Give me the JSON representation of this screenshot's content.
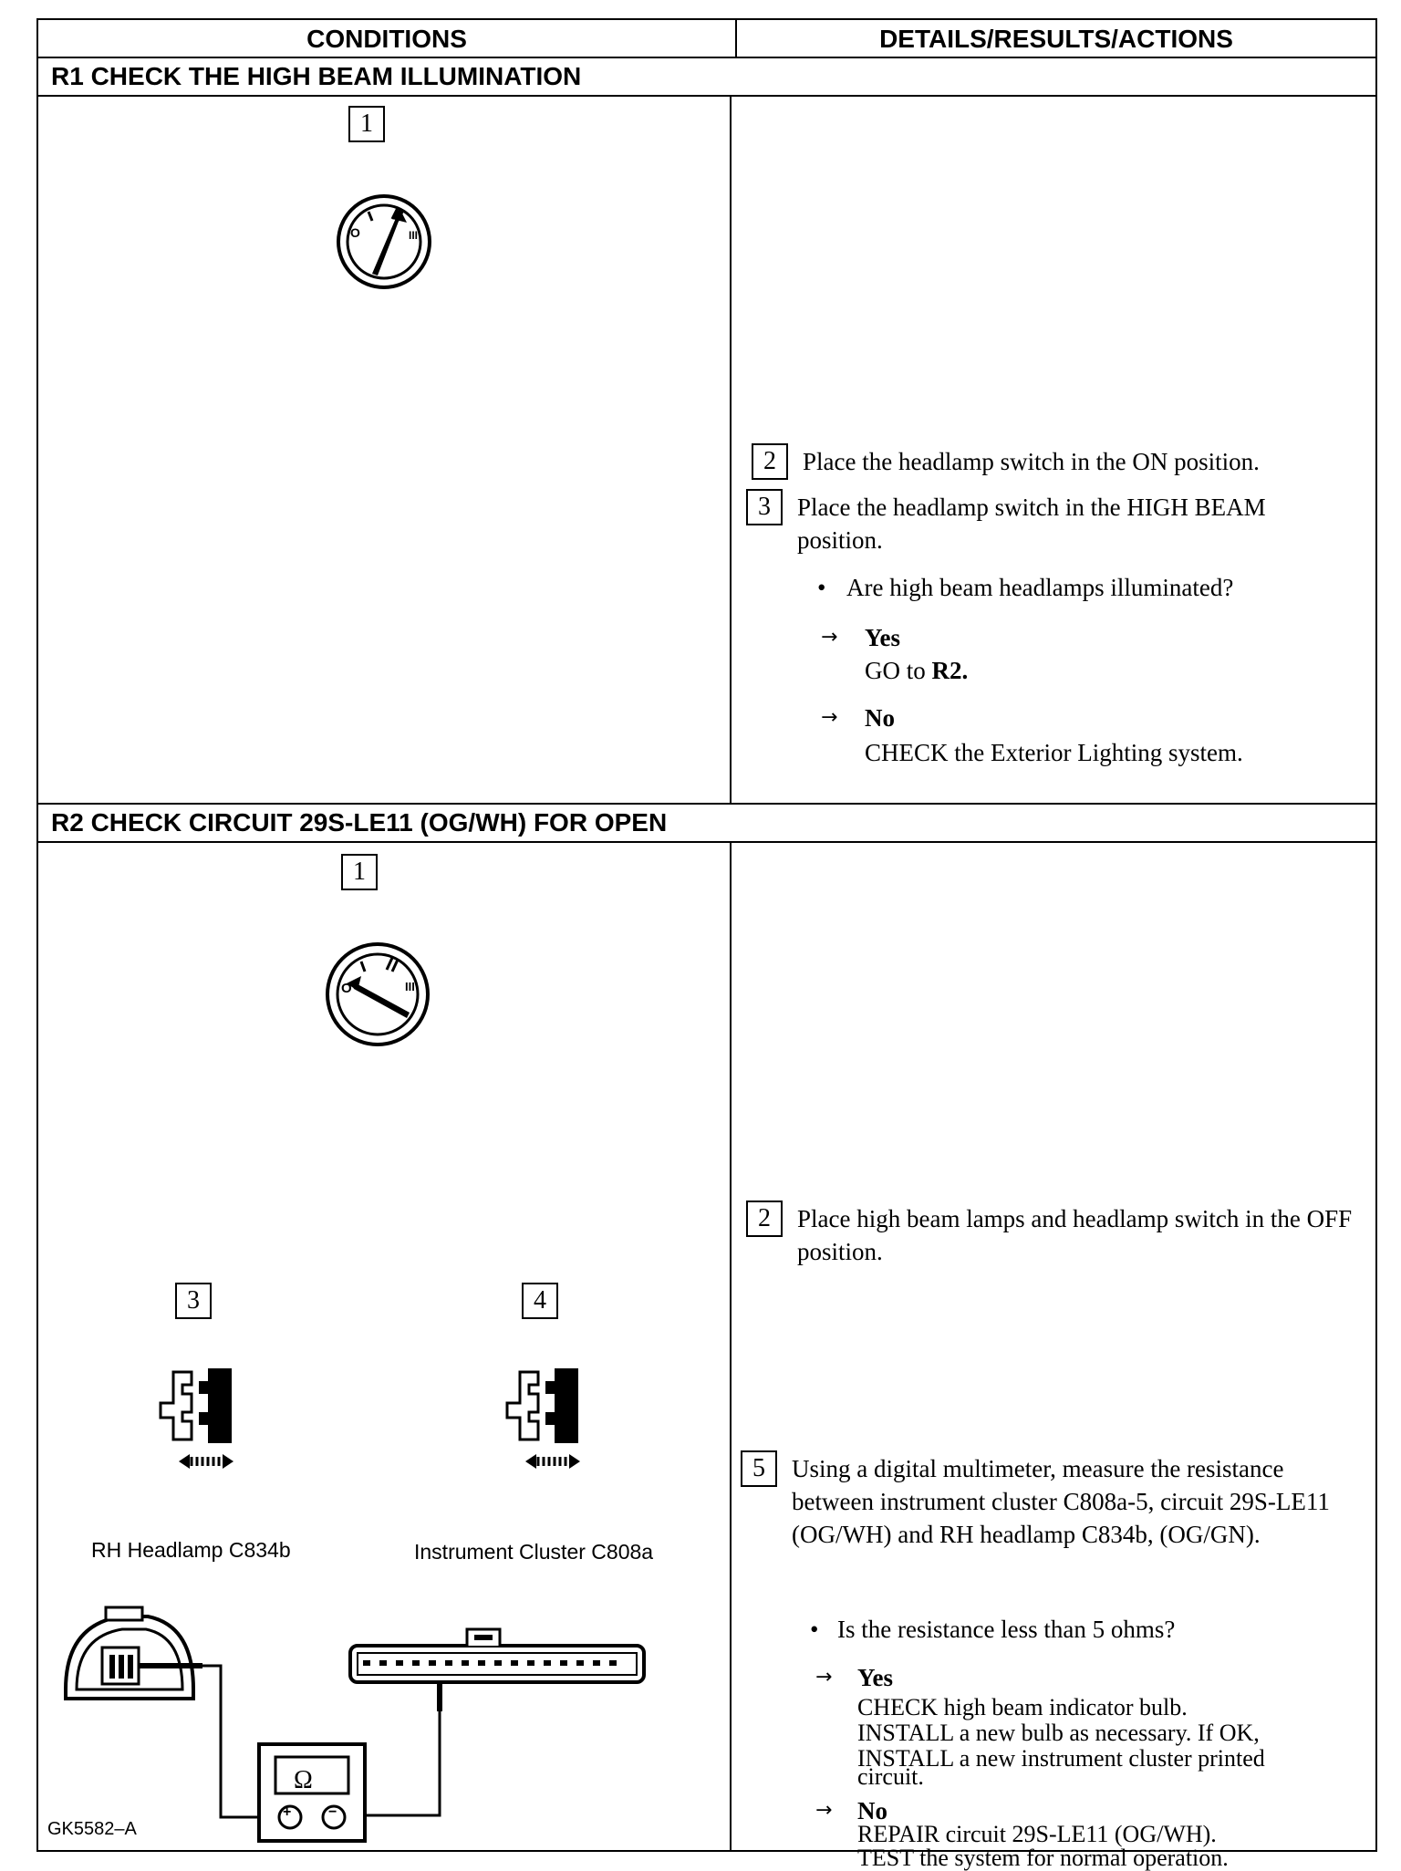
{
  "header": {
    "conditions": "CONDITIONS",
    "details": "DETAILS/RESULTS/ACTIONS"
  },
  "r1": {
    "title": "R1   CHECK THE HIGH BEAM ILLUMINATION",
    "fig1_num": "1",
    "step2_num": "2",
    "step2_text": "Place the headlamp switch in the ON position.",
    "step3_num": "3",
    "step3_text": "Place the headlamp switch in the HIGH BEAM position.",
    "question": "Are high beam headlamps illuminated?",
    "yes_label": "Yes",
    "yes_action_prefix": "GO to ",
    "yes_action_ref": "R2.",
    "no_label": "No",
    "no_action": "CHECK the Exterior Lighting system."
  },
  "r2": {
    "title": "R2   CHECK CIRCUIT 29S-LE11 (OG/WH) FOR OPEN",
    "fig1_num": "1",
    "fig3_num": "3",
    "fig4_num": "4",
    "rh_caption": "RH Headlamp C834b",
    "cluster_caption": "Instrument Cluster C808a",
    "meter_symbol": "Ω",
    "meter_plus": "+",
    "meter_minus": "−",
    "figure_id": "GK5582–A",
    "step2_num": "2",
    "step2_text": "Place high beam lamps and headlamp switch in the OFF position.",
    "step5_num": "5",
    "step5_text": "Using a digital multimeter, measure the resistance between instrument cluster C808a-5, circuit 29S-LE11 (OG/WH) and RH headlamp C834b, (OG/GN).",
    "question": "Is the resistance less than 5 ohms?",
    "yes_label": "Yes",
    "yes_action_1": "CHECK high beam indicator bulb.",
    "yes_action_2": "INSTALL a new bulb as necessary. If OK,",
    "yes_action_3": "INSTALL a new instrument cluster printed",
    "yes_action_4": "circuit.",
    "no_label": "No",
    "no_action_1": "REPAIR circuit 29S-LE11 (OG/WH).",
    "no_action_2": "TEST the system for normal operation."
  },
  "icons": {
    "switch": "headlamp-switch-icon",
    "connector": "connector-disconnect-icon",
    "multimeter": "multimeter-icon",
    "arrow": "right-arrow-icon"
  }
}
